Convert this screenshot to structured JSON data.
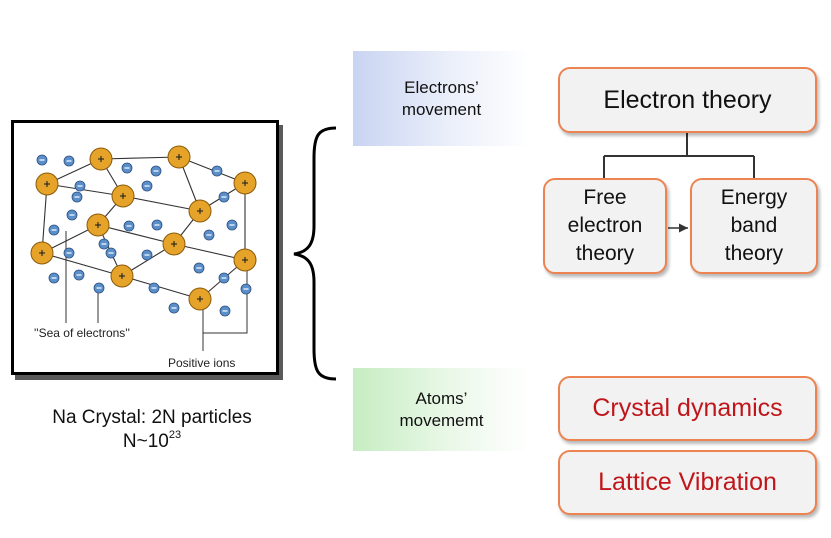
{
  "crystal_figure": {
    "sea_label": "''Sea of electrons''",
    "ions_label": "Positive ions"
  },
  "caption": {
    "line1": "Na Crystal: 2N particles",
    "line2_base": "N~10",
    "line2_exp": "23"
  },
  "panels": {
    "electrons": [
      "Electrons’",
      "movement"
    ],
    "atoms": [
      "Atoms’",
      "movememt"
    ]
  },
  "boxes": {
    "electron_theory": "Electron theory",
    "free_electron": [
      "Free",
      "electron",
      "theory"
    ],
    "energy_band": [
      "Energy",
      "band",
      "theory"
    ],
    "crystal_dynamics": "Crystal dynamics",
    "lattice_vibration": "Lattice Vibration"
  },
  "colors": {
    "box_border": "#ec8452",
    "box_fill": "#f2f2f2",
    "red_text": "#c0161b",
    "ion_fill": "#e6a32a",
    "electron_fill": "#5b8fc9"
  }
}
